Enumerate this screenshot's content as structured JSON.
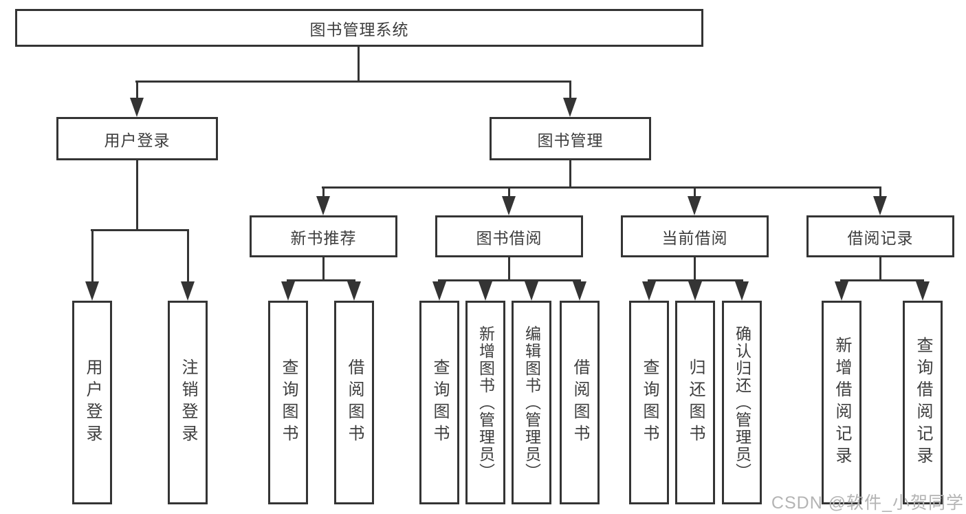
{
  "tree": {
    "root": {
      "label": "图书管理系统"
    },
    "children": [
      {
        "label": "用户登录",
        "children": [
          {
            "label": "用户登录"
          },
          {
            "label": "注销登录"
          }
        ]
      },
      {
        "label": "图书管理",
        "children": [
          {
            "label": "新书推荐",
            "children": [
              {
                "label": "查询图书"
              },
              {
                "label": "借阅图书"
              }
            ]
          },
          {
            "label": "图书借阅",
            "children": [
              {
                "label": "查询图书"
              },
              {
                "label": "新增图书（管理员）"
              },
              {
                "label": "编辑图书（管理员）"
              },
              {
                "label": "借阅图书"
              }
            ]
          },
          {
            "label": "当前借阅",
            "children": [
              {
                "label": "查询图书"
              },
              {
                "label": "归还图书"
              },
              {
                "label": "确认归还（管理员）"
              }
            ]
          },
          {
            "label": "借阅记录",
            "children": [
              {
                "label": "新增借阅记录"
              },
              {
                "label": "查询借阅记录"
              }
            ]
          }
        ]
      }
    ]
  },
  "watermark": {
    "text": "CSDN @软件_小贺同学"
  },
  "colors": {
    "line": "#343434",
    "text": "#3d3d3d",
    "watermark": "#b4b4b4",
    "background": "#ffffff"
  }
}
